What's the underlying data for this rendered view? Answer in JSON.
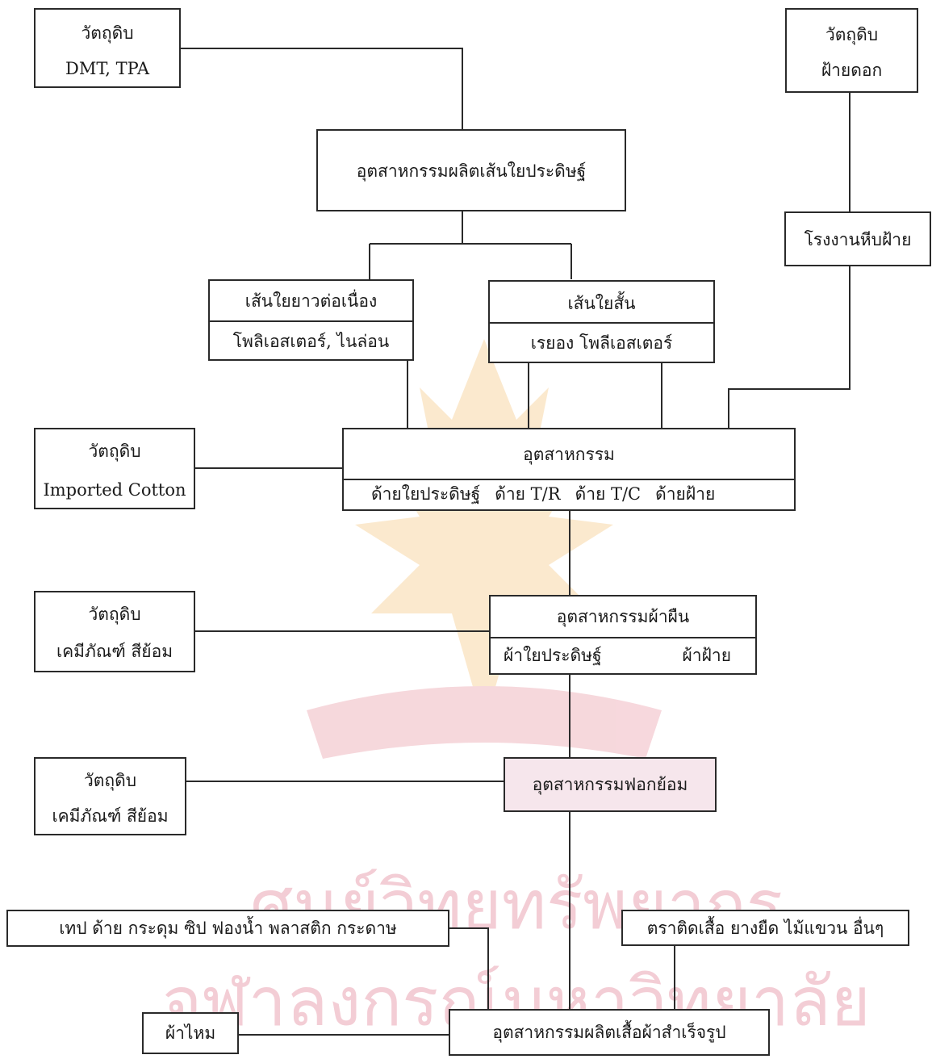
{
  "diagram": {
    "line_color": "#2a2a2a",
    "watermark": {
      "line1": "ศูนย์วิทยทรัพยากร",
      "line2": "จุฬาลงกรณ์มหาวิทยาลัย",
      "text_color": "#f3cdd5",
      "emblem_color": "#fbe7c9"
    },
    "nodes": {
      "raw_dmt": {
        "line1": "วัตถุดิบ",
        "line2": "DMT, TPA"
      },
      "raw_cotton_flower": {
        "line1": "วัตถุดิบ",
        "line2": "ฝ้ายดอก"
      },
      "synthetic_fiber_industry": {
        "line1": "อุตสาหกรรมผลิตเส้นใยประดิษฐ์"
      },
      "ginning_mill": {
        "line1": "โรงงานหีบฝ้าย"
      },
      "filament_fiber": {
        "header": "เส้นใยยาวต่อเนื่อง",
        "detail": "โพลิเอสเตอร์, ไนล่อน"
      },
      "staple_fiber": {
        "header": "เส้นใยสั้น",
        "detail": "เรยอง โพลีเอสเตอร์"
      },
      "raw_imported_cotton": {
        "line1": "วัตถุดิบ",
        "line2": "Imported Cotton"
      },
      "yarn_industry": {
        "header": "อุตสาหกรรม",
        "items": [
          "ด้ายใยประดิษฐ์",
          "ด้าย T/R",
          "ด้าย T/C",
          "ด้ายฝ้าย"
        ]
      },
      "raw_chemicals_1": {
        "line1": "วัตถุดิบ",
        "line2": "เคมีภัณฑ์ สีย้อม"
      },
      "fabric_industry": {
        "header": "อุตสาหกรรมผ้าผืน",
        "items": [
          "ผ้าใยประดิษฐ์",
          "ผ้าฝ้าย"
        ]
      },
      "raw_chemicals_2": {
        "line1": "วัตถุดิบ",
        "line2": "เคมีภัณฑ์ สีย้อม"
      },
      "dyeing_industry": {
        "line1": "อุตสาหกรรมฟอกย้อม"
      },
      "accessories": {
        "line1": "เทป ด้าย กระดุม ซิป ฟองน้ำ พลาสติก กระดาษ"
      },
      "labels": {
        "line1": "ตราติดเสื้อ ยางยืด ไม้แขวน อื่นๆ"
      },
      "silk_fabric": {
        "line1": "ผ้าไหม"
      },
      "garment_industry": {
        "line1": "อุตสาหกรรมผลิตเสื้อผ้าสำเร็จรูป"
      }
    }
  }
}
